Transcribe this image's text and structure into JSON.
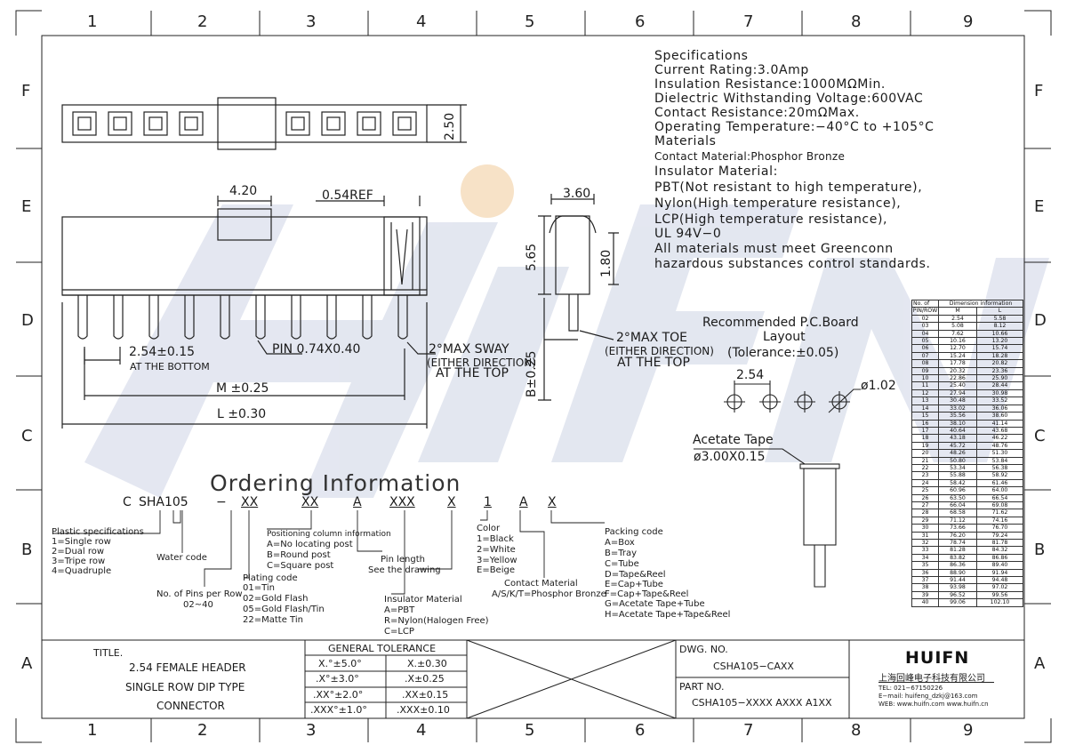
{
  "frame": {
    "columns": [
      "1",
      "2",
      "3",
      "4",
      "5",
      "6",
      "7",
      "8",
      "9"
    ],
    "rows": [
      "F",
      "E",
      "D",
      "C",
      "B",
      "A"
    ]
  },
  "specs": {
    "lines": [
      "Specifications",
      "Current Rating:3.0Amp",
      "Insulation Resistance:1000MΩMin.",
      "Dielectric Withstanding Voltage:600VAC",
      "Contact Resistance:20mΩMax.",
      "Operating Temperature:−40°C to +105°C",
      "Materials"
    ],
    "contact_material": "Contact Material:Phosphor Bronze",
    "insulator_lines": [
      "Insulator Material:",
      "PBT(Not resistant to high temperature),",
      "Nylon(High temperature resistance),",
      "LCP(High temperature resistance),",
      "UL 94V−0",
      "All materials must meet Greenconn",
      "hazardous substances control standards."
    ]
  },
  "dimensions": {
    "height_250": "2.50",
    "w_420": "4.20",
    "ref_054": "0.54REF",
    "w_360": "3.60",
    "h_565": "5.65",
    "h_180": "1.80",
    "pitch": "2.54±0.15",
    "at_bottom": "AT THE BOTTOM",
    "pin": "PIN 0.74X0.40",
    "sway": "2°MAX SWAY",
    "either": "(EITHER DIRECTION)",
    "at_top": "AT THE TOP",
    "m": "M ±0.25",
    "l": "L ±0.30",
    "b": "B±0.25",
    "toe": "2°MAX TOE",
    "either2": "(EITHER DIRECTION)",
    "at_top2": "AT THE TOP"
  },
  "pcb": {
    "title1": "Recommended P.C.Board",
    "title2": "Layout",
    "tolerance": "(Tolerance:±0.05)",
    "pitch": "2.54",
    "hole": "ø1.02"
  },
  "tape": {
    "label": "Acetate Tape",
    "size": "ø3.00X0.15"
  },
  "ordering": {
    "title": "Ordering Information",
    "code": [
      "C",
      "SHA105",
      "−",
      "XX",
      "XX",
      "A",
      "XXX",
      "X",
      "1",
      "A",
      "X"
    ],
    "plastic": [
      "Plastic specifications",
      "1=Single row",
      "2=Dual row",
      "3=Tripe row",
      "4=Quadruple"
    ],
    "water": "Water code",
    "pins": [
      "No. of Pins per Row",
      "02~40"
    ],
    "plating": [
      "Plating code",
      "01=Tin",
      "02=Gold Flash",
      "05=Gold Flash/Tin",
      "22=Matte Tin"
    ],
    "positioning": [
      "Positioning column information",
      "A=No locating post",
      "B=Round post",
      "C=Square post"
    ],
    "insulator": [
      "Insulator Material",
      "A=PBT",
      "R=Nylon(Halogen Free)",
      "C=LCP"
    ],
    "pin_length": [
      "Pin length",
      "See the drawing"
    ],
    "color": [
      "Color",
      "1=Black",
      "2=White",
      "3=Yellow",
      "E=Beige"
    ],
    "contact": [
      "Contact Material",
      "A/S/K/T=Phosphor Bronze"
    ],
    "packing": [
      "Packing code",
      "A=Box",
      "B=Tray",
      "C=Tube",
      "D=Tape&Reel",
      "E=Cap+Tube",
      "F=Cap+Tape&Reel",
      "G=Acetate Tape+Tube",
      "H=Acetate Tape+Tape&Reel"
    ]
  },
  "dim_table": {
    "header": [
      "No. of PIN/ROW",
      "Dimension information"
    ],
    "sub": [
      "M",
      "L"
    ],
    "rows": [
      [
        "02",
        "2.54",
        "5.58"
      ],
      [
        "03",
        "5.08",
        "8.12"
      ],
      [
        "04",
        "7.62",
        "10.66"
      ],
      [
        "05",
        "10.16",
        "13.20"
      ],
      [
        "06",
        "12.70",
        "15.74"
      ],
      [
        "07",
        "15.24",
        "18.28"
      ],
      [
        "08",
        "17.78",
        "20.82"
      ],
      [
        "09",
        "20.32",
        "23.36"
      ],
      [
        "10",
        "22.86",
        "25.90"
      ],
      [
        "11",
        "25.40",
        "28.44"
      ],
      [
        "12",
        "27.94",
        "30.98"
      ],
      [
        "13",
        "30.48",
        "33.52"
      ],
      [
        "14",
        "33.02",
        "36.06"
      ],
      [
        "15",
        "35.56",
        "38.60"
      ],
      [
        "16",
        "38.10",
        "41.14"
      ],
      [
        "17",
        "40.64",
        "43.68"
      ],
      [
        "18",
        "43.18",
        "46.22"
      ],
      [
        "19",
        "45.72",
        "48.76"
      ],
      [
        "20",
        "48.26",
        "51.30"
      ],
      [
        "21",
        "50.80",
        "53.84"
      ],
      [
        "22",
        "53.34",
        "56.38"
      ],
      [
        "23",
        "55.88",
        "58.92"
      ],
      [
        "24",
        "58.42",
        "61.46"
      ],
      [
        "25",
        "60.96",
        "64.00"
      ],
      [
        "26",
        "63.50",
        "66.54"
      ],
      [
        "27",
        "66.04",
        "69.08"
      ],
      [
        "28",
        "68.58",
        "71.62"
      ],
      [
        "29",
        "71.12",
        "74.16"
      ],
      [
        "30",
        "73.66",
        "76.70"
      ],
      [
        "31",
        "76.20",
        "79.24"
      ],
      [
        "32",
        "78.74",
        "81.78"
      ],
      [
        "33",
        "81.28",
        "84.32"
      ],
      [
        "34",
        "83.82",
        "86.86"
      ],
      [
        "35",
        "86.36",
        "89.40"
      ],
      [
        "36",
        "88.90",
        "91.94"
      ],
      [
        "37",
        "91.44",
        "94.48"
      ],
      [
        "38",
        "93.98",
        "97.02"
      ],
      [
        "39",
        "96.52",
        "99.56"
      ],
      [
        "40",
        "99.06",
        "102.10"
      ]
    ]
  },
  "title_block": {
    "title_label": "TITLE.",
    "title_lines": [
      "2.54 FEMALE HEADER",
      "SINGLE ROW DIP TYPE",
      "CONNECTOR"
    ],
    "tol_header": "GENERAL TOLERANCE",
    "tol_rows": [
      [
        "X.°±5.0°",
        "X.±0.30"
      ],
      [
        ".X°±3.0°",
        ".X±0.25"
      ],
      [
        ".XX°±2.0°",
        ".XX±0.15"
      ],
      [
        ".XXX°±1.0°",
        ".XXX±0.10"
      ]
    ],
    "dwg_label": "DWG. NO.",
    "dwg_no": "CSHA105−CAXX",
    "part_label": "PART NO.",
    "part_no": "CSHA105−XXXX AXXX A1XX",
    "logo": "HUIFN",
    "company": "上海回峰电子科技有限公司",
    "tel": "TEL: 021−67150226",
    "email": "E−mail: huifeng_dzkj@163.com",
    "web": "WEB: www.huifn.com  www.huifn.cn"
  },
  "colors": {
    "watermark": "#dfe3ee",
    "watermark_dot": "#f7e2c7",
    "line": "#222222"
  }
}
